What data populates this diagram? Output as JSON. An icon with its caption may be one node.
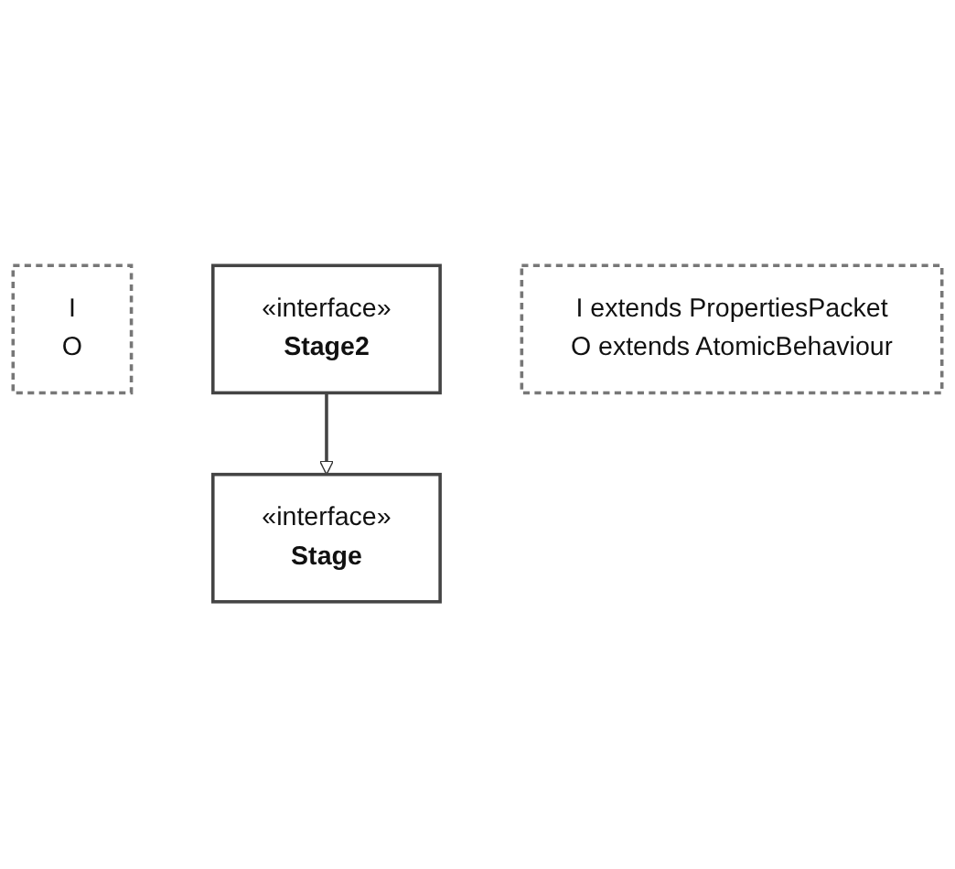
{
  "diagram": {
    "nodes": [
      {
        "text": [
          "«interface»",
          "Stage"
        ]
      },
      {
        "text": [
          "I",
          "O"
        ]
      },
      {
        "text": [
          "«interface»",
          "Stage2"
        ]
      },
      {
        "text": [
          "I extends PropertiesPacket",
          "O extends AtomicBehaviour"
        ]
      }
    ],
    "edges": [
      {
        "from": 2,
        "to": 0,
        "arrow": "to"
      }
    ]
  }
}
